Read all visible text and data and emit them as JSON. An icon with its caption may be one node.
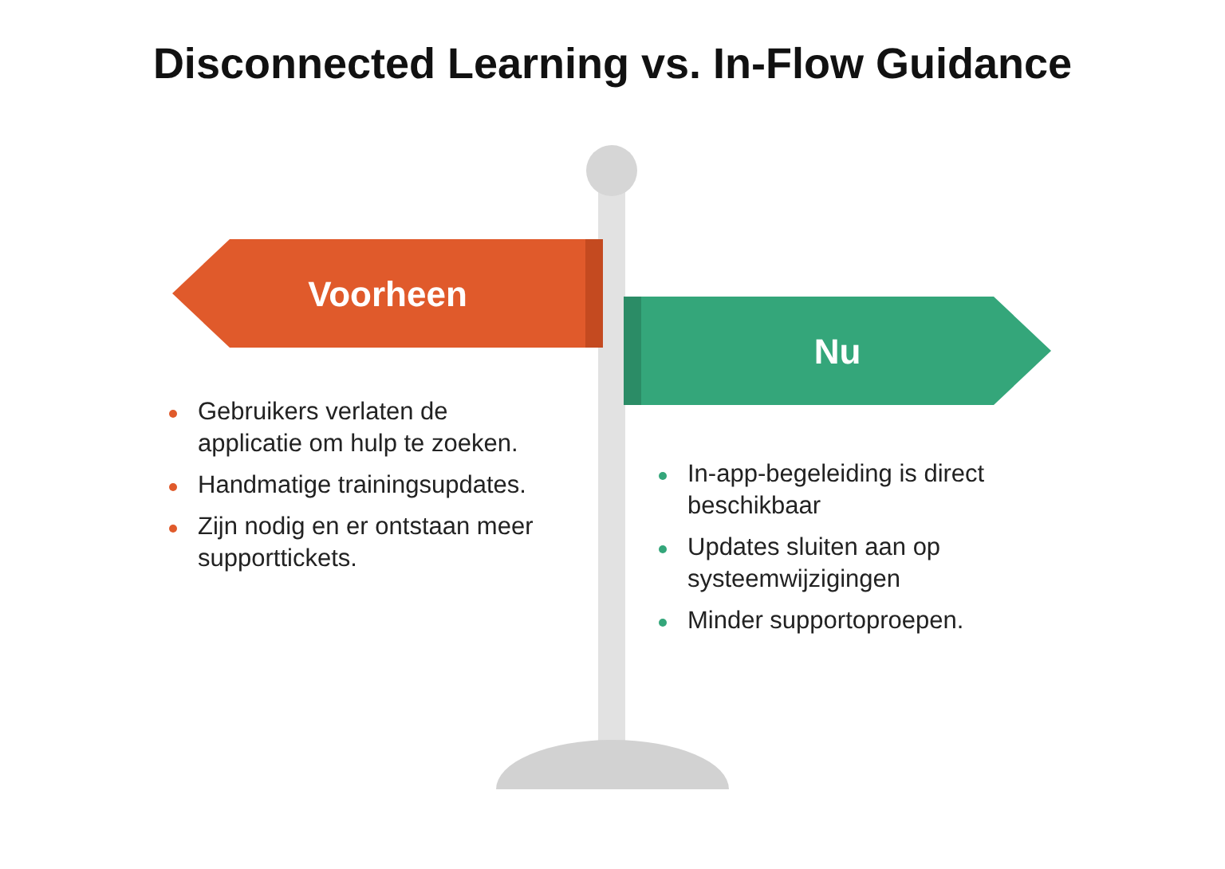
{
  "diagram": {
    "title": "Disconnected Learning vs. In-Flow Guidance",
    "nodes": [
      {
        "text": [
          "Voorheen"
        ]
      },
      {
        "text": [
          "Nu"
        ]
      }
    ],
    "labels": [
      "Gebruikers verlaten de applicatie om hulp te zoeken.",
      "Handmatige trainingsupdates.",
      "Zijn nodig en er ontstaan meer supporttickets.",
      "In-app-begeleiding is direct beschikbaar",
      "Updates sluiten aan op systeemwijzigingen",
      "Minder supportoproepen."
    ]
  }
}
